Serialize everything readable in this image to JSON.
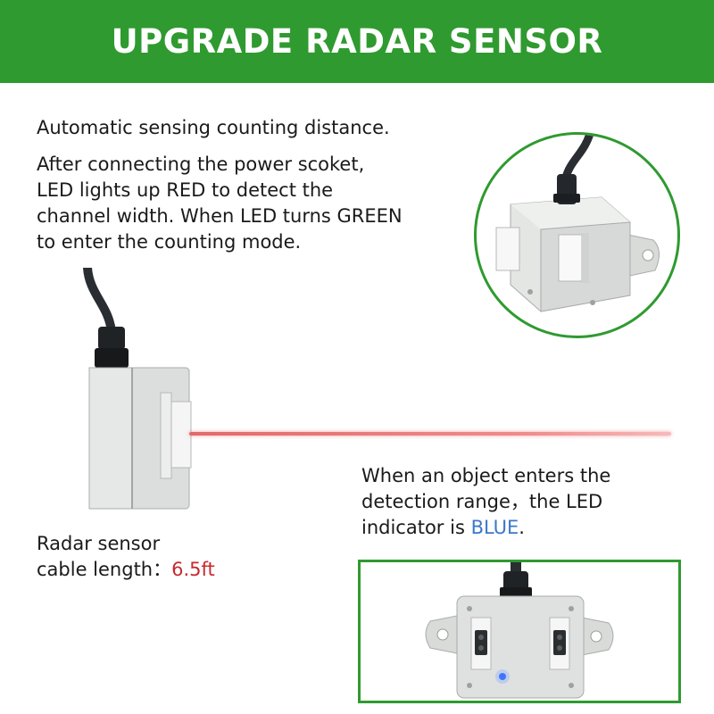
{
  "banner": {
    "title": "UPGRADE RADAR SENSOR"
  },
  "intro": {
    "line1": "Automatic sensing counting distance.",
    "paragraph": [
      "After connecting the power scoket,",
      "LED lights up RED to detect the",
      "channel width. When LED turns GREEN",
      "to enter the counting mode."
    ]
  },
  "object_detection": {
    "line1": "When an object enters the",
    "line2": "detection range，the LED",
    "line3_prefix": "indicator is ",
    "line3_highlight": "BLUE",
    "line3_suffix": "."
  },
  "cable": {
    "line1": "Radar sensor",
    "line2_prefix": "cable length：",
    "line2_value": "6.5ft"
  },
  "colors": {
    "brand_green": "#2f9a30",
    "highlight_blue": "#3c78c8",
    "highlight_red": "#c8282d",
    "laser_red": "#e26a6a"
  }
}
